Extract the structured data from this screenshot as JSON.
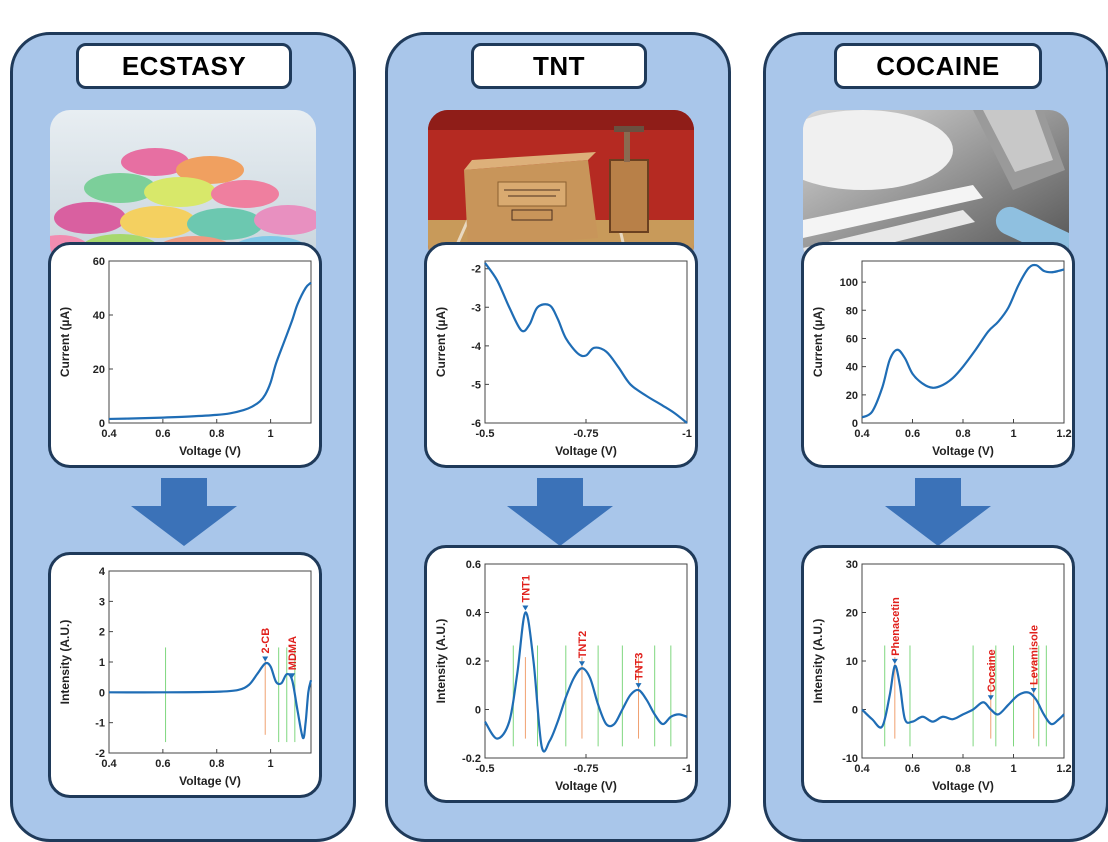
{
  "colors": {
    "panel_fill": "#a9c6ea",
    "border": "#1f3a5a",
    "arrow": "#3b72b8",
    "line": "#1f6db5",
    "annotation": "#e0201c",
    "candidate_green": "#7fd77f",
    "candidate_orange": "#f0a070"
  },
  "panels": [
    {
      "title": "ECSTASY",
      "photo": "colorful-ecstasy-pills-photo",
      "voltammogram": {
        "type": "line",
        "xlabel": "Voltage (V)",
        "ylabel": "Current (µA)",
        "xlim": [
          0.4,
          1.15
        ],
        "ylim": [
          0,
          60
        ],
        "xticks": [
          0.4,
          0.6,
          0.8,
          1
        ],
        "yticks": [
          0,
          20,
          40,
          60
        ],
        "x": [
          0.4,
          0.5,
          0.6,
          0.7,
          0.8,
          0.85,
          0.9,
          0.93,
          0.96,
          0.98,
          1.0,
          1.02,
          1.05,
          1.08,
          1.1,
          1.13,
          1.15
        ],
        "y": [
          1.5,
          1.7,
          2.0,
          2.4,
          3.0,
          3.6,
          4.8,
          6.0,
          8.0,
          10.5,
          15.0,
          22.0,
          30.0,
          38.0,
          44.0,
          50.0,
          52.0
        ]
      },
      "spectrum": {
        "type": "line",
        "xlabel": "Voltage (V)",
        "ylabel": "Intensity (A.U.)",
        "xlim": [
          0.4,
          1.15
        ],
        "ylim": [
          -2,
          4
        ],
        "xticks": [
          0.4,
          0.6,
          0.8,
          1
        ],
        "yticks": [
          -2,
          -1,
          0,
          1,
          2,
          3,
          4
        ],
        "x": [
          0.4,
          0.6,
          0.8,
          0.88,
          0.92,
          0.95,
          0.98,
          1.0,
          1.02,
          1.04,
          1.06,
          1.08,
          1.1,
          1.12,
          1.13,
          1.14,
          1.15
        ],
        "y": [
          0,
          0,
          0.02,
          0.08,
          0.25,
          0.6,
          0.95,
          0.85,
          0.35,
          0.3,
          0.6,
          0.4,
          -0.6,
          -1.5,
          -1.0,
          0.0,
          0.4
        ],
        "annotations": [
          {
            "label": "2-CB",
            "x": 0.98,
            "y": 0.95
          },
          {
            "label": "MDMA",
            "x": 1.08,
            "y": 0.4
          }
        ],
        "green_lines": [
          0.61,
          1.03,
          1.06,
          1.09
        ],
        "orange_lines": [
          0.98
        ]
      }
    },
    {
      "title": "TNT",
      "photo": "tnt-wooden-crate-and-detonator-photo",
      "voltammogram": {
        "type": "line",
        "xlabel": "Voltage (V)",
        "ylabel": "Current (µA)",
        "xlim": [
          -0.5,
          -1
        ],
        "ylim": [
          -6,
          -1.8
        ],
        "xticks": [
          -0.5,
          -0.75,
          -1
        ],
        "xtick_labels": [
          "-0.5",
          "-0.75",
          "-1"
        ],
        "yticks": [
          -6,
          -5,
          -4,
          -3,
          -2
        ],
        "x": [
          -0.5,
          -0.53,
          -0.56,
          -0.59,
          -0.61,
          -0.63,
          -0.66,
          -0.68,
          -0.7,
          -0.73,
          -0.75,
          -0.77,
          -0.8,
          -0.83,
          -0.86,
          -0.9,
          -0.94,
          -0.97,
          -1.0
        ],
        "y": [
          -1.85,
          -2.3,
          -3.0,
          -3.6,
          -3.45,
          -3.0,
          -2.95,
          -3.3,
          -3.8,
          -4.2,
          -4.25,
          -4.05,
          -4.15,
          -4.55,
          -5.0,
          -5.3,
          -5.55,
          -5.75,
          -6.0
        ]
      },
      "spectrum": {
        "type": "line",
        "xlabel": "Voltage (V)",
        "ylabel": "Intensity (A.U.)",
        "xlim": [
          -0.5,
          -1
        ],
        "ylim": [
          -0.2,
          0.6
        ],
        "xticks": [
          -0.5,
          -0.75,
          -1
        ],
        "xtick_labels": [
          "-0.5",
          "-0.75",
          "-1"
        ],
        "yticks": [
          -0.2,
          0,
          0.2,
          0.4,
          0.6
        ],
        "x": [
          -0.5,
          -0.53,
          -0.56,
          -0.58,
          -0.6,
          -0.62,
          -0.64,
          -0.66,
          -0.68,
          -0.7,
          -0.72,
          -0.74,
          -0.76,
          -0.78,
          -0.8,
          -0.82,
          -0.84,
          -0.86,
          -0.88,
          -0.9,
          -0.92,
          -0.94,
          -0.96,
          -0.98,
          -1.0
        ],
        "y": [
          -0.05,
          -0.12,
          -0.05,
          0.15,
          0.4,
          0.2,
          -0.15,
          -0.13,
          -0.05,
          0.05,
          0.13,
          0.17,
          0.13,
          0.02,
          -0.06,
          -0.06,
          0.0,
          0.06,
          0.08,
          0.04,
          -0.02,
          -0.06,
          -0.03,
          -0.02,
          -0.03
        ],
        "annotations": [
          {
            "label": "TNT1",
            "x": -0.6,
            "y": 0.4
          },
          {
            "label": "TNT2",
            "x": -0.74,
            "y": 0.17
          },
          {
            "label": "TNT3",
            "x": -0.88,
            "y": 0.08
          }
        ],
        "green_lines": [
          -0.57,
          -0.63,
          -0.7,
          -0.78,
          -0.84,
          -0.92,
          -0.96
        ],
        "orange_lines": [
          -0.6,
          -0.74,
          -0.88
        ]
      }
    },
    {
      "title": "COCAINE",
      "photo": "cocaine-lines-and-razor-blade-photo",
      "voltammogram": {
        "type": "line",
        "xlabel": "Voltage (V)",
        "ylabel": "Current (µA)",
        "xlim": [
          0.4,
          1.2
        ],
        "ylim": [
          0,
          115
        ],
        "xticks": [
          0.4,
          0.6,
          0.8,
          1,
          1.2
        ],
        "yticks": [
          0,
          20,
          40,
          60,
          80,
          100
        ],
        "x": [
          0.4,
          0.44,
          0.48,
          0.51,
          0.54,
          0.57,
          0.6,
          0.64,
          0.68,
          0.72,
          0.76,
          0.8,
          0.85,
          0.9,
          0.94,
          0.98,
          1.02,
          1.06,
          1.09,
          1.12,
          1.15,
          1.18,
          1.2
        ],
        "y": [
          4,
          8,
          25,
          45,
          52,
          46,
          35,
          28,
          25,
          27,
          32,
          40,
          52,
          65,
          72,
          82,
          98,
          110,
          112,
          108,
          107,
          108,
          109
        ]
      },
      "spectrum": {
        "type": "line",
        "xlabel": "Voltage (V)",
        "ylabel": "Intensity (A.U.)",
        "xlim": [
          0.4,
          1.2
        ],
        "ylim": [
          -10,
          30
        ],
        "xticks": [
          0.4,
          0.6,
          0.8,
          1,
          1.2
        ],
        "yticks": [
          -10,
          0,
          10,
          20,
          30
        ],
        "x": [
          0.4,
          0.44,
          0.48,
          0.51,
          0.53,
          0.55,
          0.57,
          0.6,
          0.64,
          0.68,
          0.72,
          0.76,
          0.8,
          0.84,
          0.88,
          0.91,
          0.94,
          0.98,
          1.02,
          1.06,
          1.09,
          1.12,
          1.15,
          1.18,
          1.2
        ],
        "y": [
          0,
          -2,
          -3.5,
          3,
          9,
          5,
          -2,
          -2.5,
          -1.5,
          -2.5,
          -1.5,
          -2,
          -1,
          0,
          1.5,
          0,
          -1,
          1,
          3,
          3.5,
          2,
          -1,
          -3,
          -2,
          -1
        ],
        "annotations": [
          {
            "label": "Phenacetin",
            "x": 0.53,
            "y": 9
          },
          {
            "label": "Cocaine",
            "x": 0.91,
            "y": 1.5
          },
          {
            "label": "Levamisole",
            "x": 1.08,
            "y": 3
          }
        ],
        "green_lines": [
          0.49,
          0.59,
          0.84,
          0.93,
          1.0,
          1.1,
          1.13
        ],
        "orange_lines": [
          0.53,
          0.91,
          1.08
        ]
      }
    }
  ]
}
